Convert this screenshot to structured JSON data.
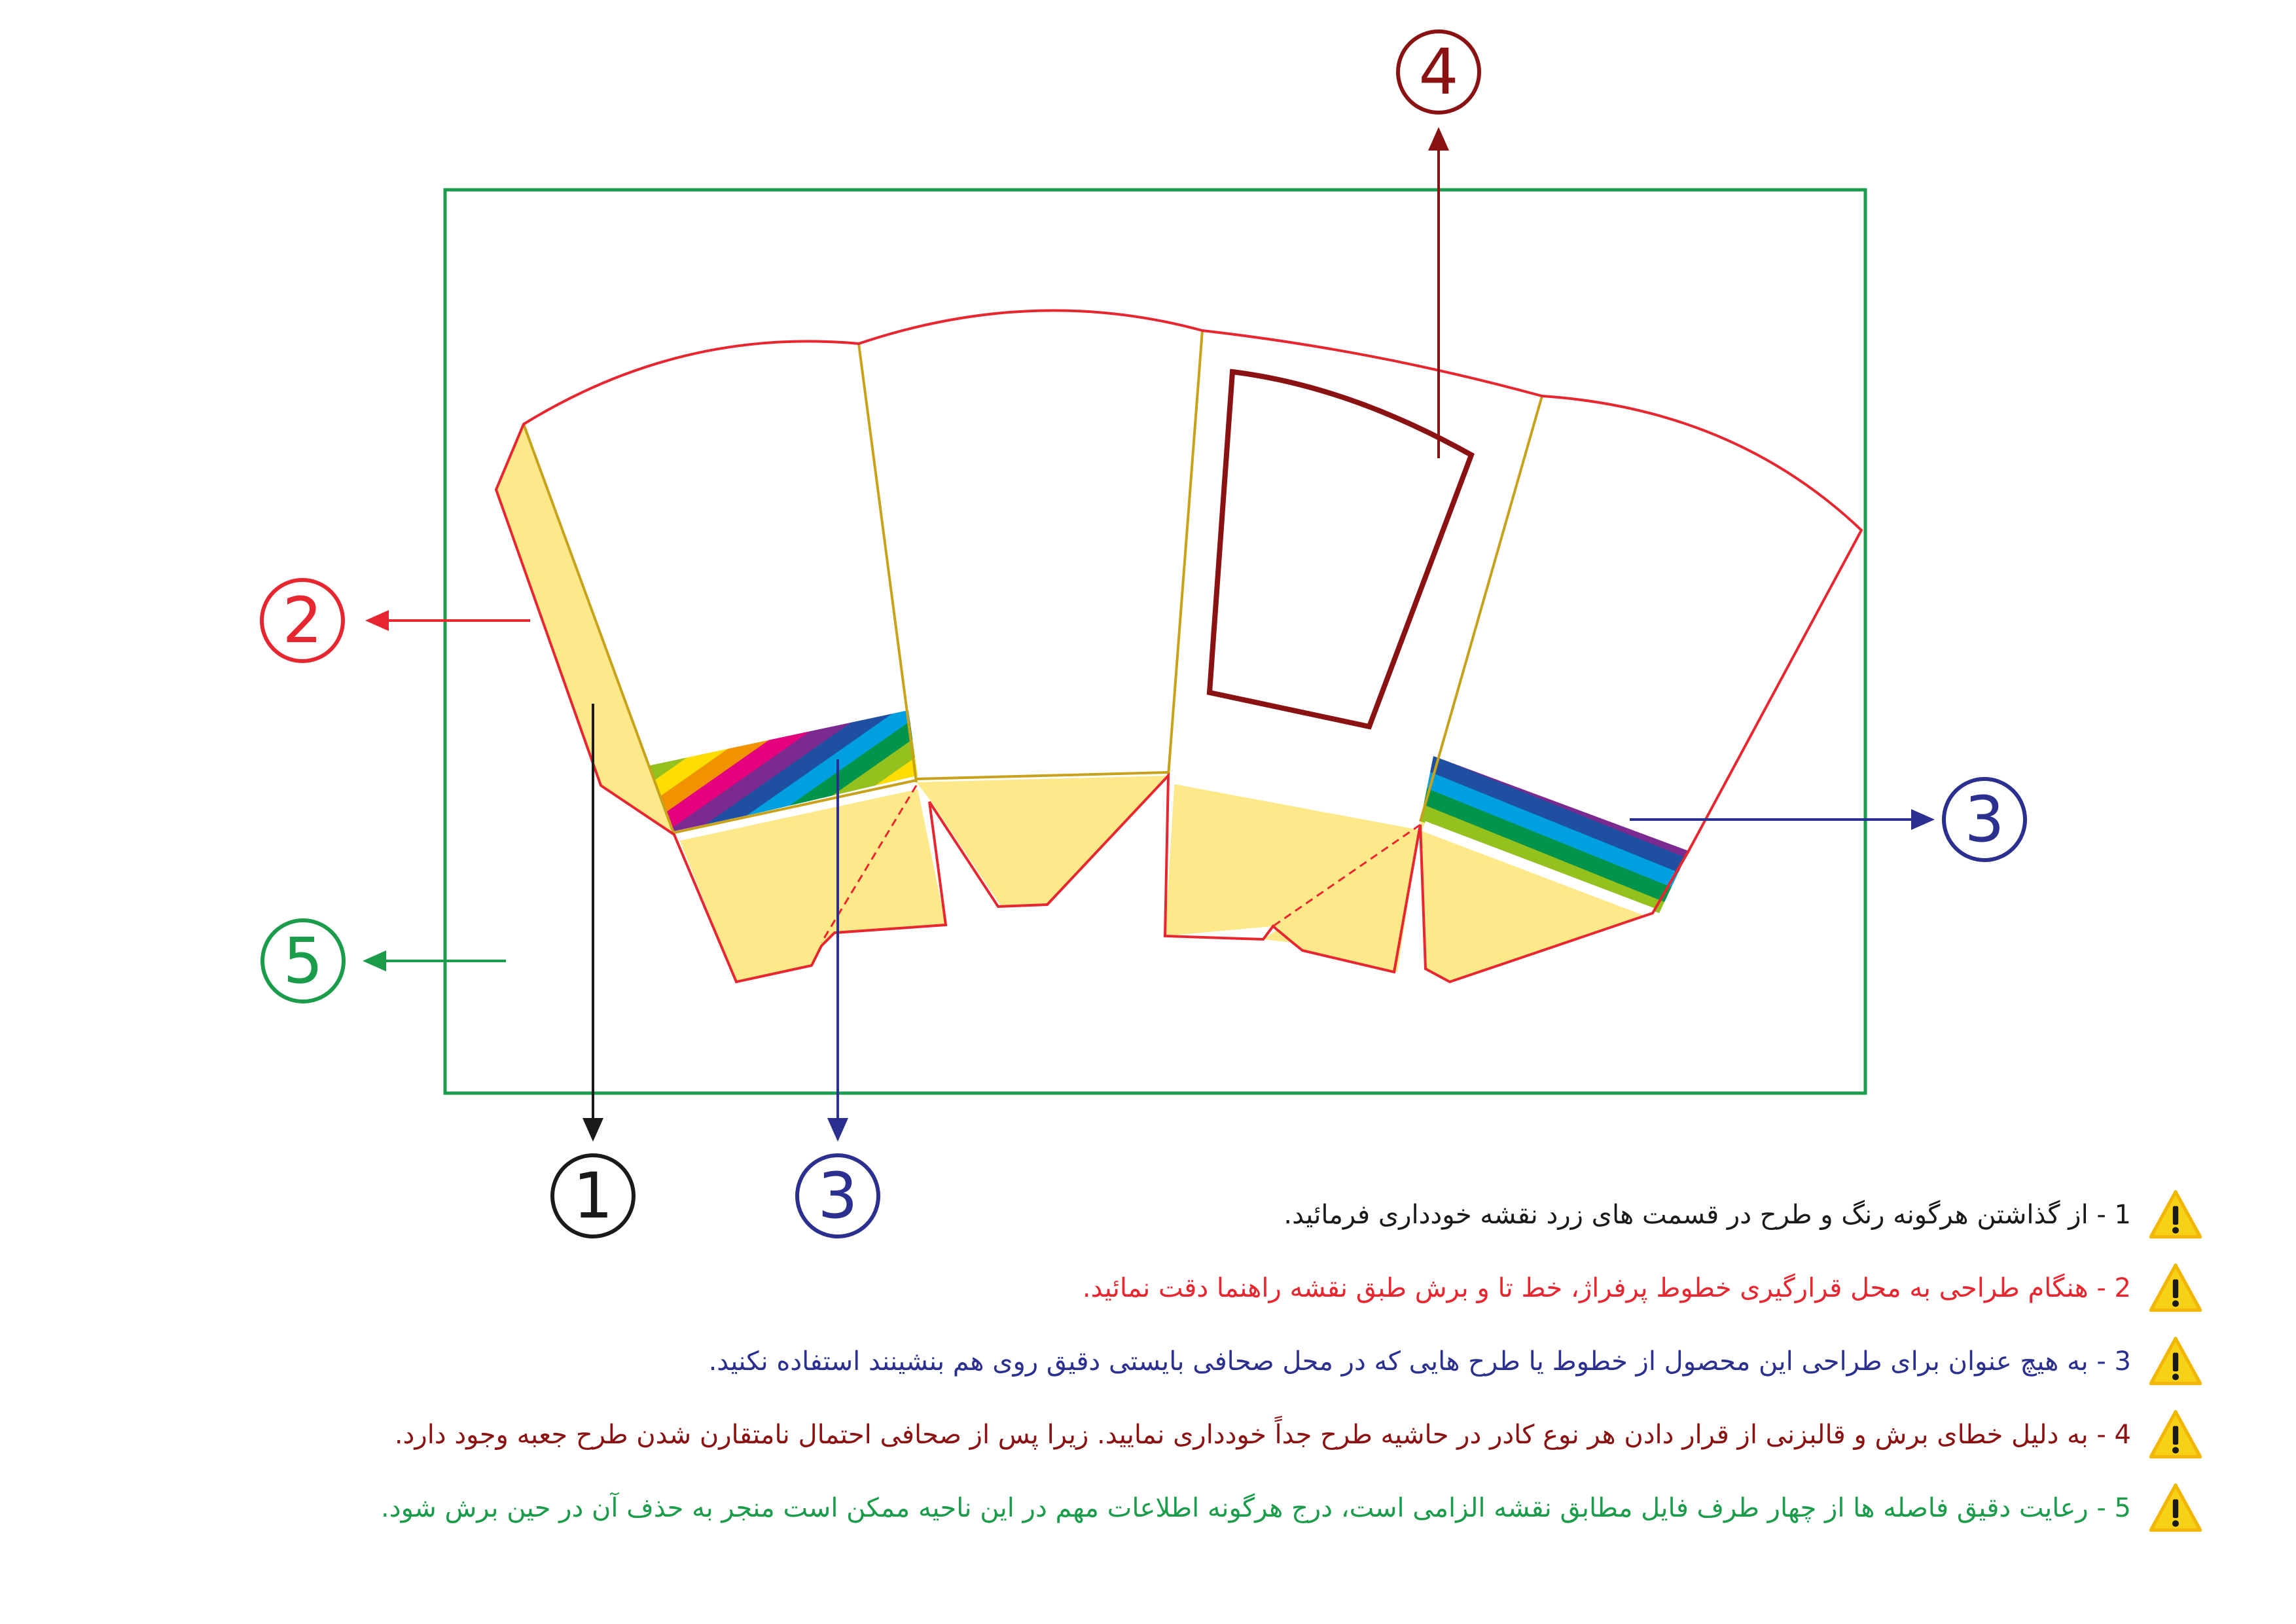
{
  "colors": {
    "frame": "#1a9c4a",
    "die_line": "#e8262f",
    "fold_line": "#c8a21a",
    "no_print_fill": "#fde98a",
    "window": "#8b1212",
    "callout_1": "#1a1a1a",
    "callout_2": "#e8262f",
    "callout_3": "#2b2f8f",
    "callout_4": "#8b1212",
    "callout_5": "#1a9c4a",
    "warning": "#f7d117"
  },
  "callouts": {
    "c1": "1",
    "c2": "2",
    "c3a": "3",
    "c3b": "3",
    "c4": "4",
    "c5": "5"
  },
  "icons": [
    "warning-icon"
  ],
  "notes": [
    {
      "text": "1 - از گذاشتن هرگونه رنگ و طرح در قسمت های زرد نقشه خودداری فرمائید.",
      "color": "#1a1a1a"
    },
    {
      "text": "2 - هنگام طراحی به محل قرارگیری خطوط پرفراژ، خط تا و برش طبق نقشه راهنما دقت نمائید.",
      "color": "#e8262f"
    },
    {
      "text": "3 - به هیچ عنوان برای طراحی این محصول از خطوط یا طرح هایی که در محل صحافی بایستی دقیق روی هم بنشینند استفاده نکنید.",
      "color": "#2b2f8f"
    },
    {
      "text": "4 - به دلیل خطای برش و قالبزنی از قرار دادن هر نوع کادر در حاشیه طرح جداً خودداری نمایید. زیرا پس از صحافی احتمال نامتقارن شدن طرح جعبه وجود دارد.",
      "color": "#8b1212"
    },
    {
      "text": "5 - رعایت دقیق فاصله ها از چهار طرف فایل مطابق نقشه الزامی است، درج هرگونه اطلاعات مهم در این ناحیه ممکن است منجر به حذف آن در حین برش شود.",
      "color": "#1a9c4a"
    }
  ]
}
